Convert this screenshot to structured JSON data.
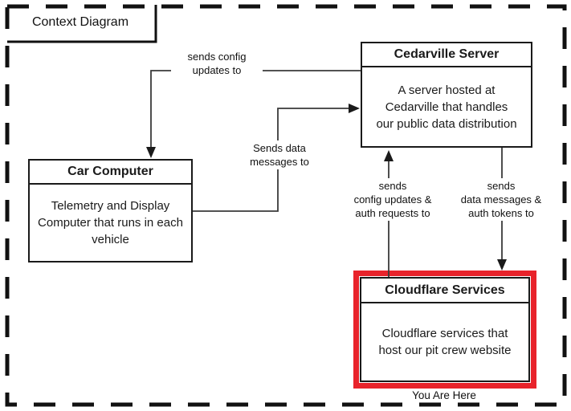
{
  "diagram": {
    "title": "Context Diagram",
    "boundary_style": "dashed",
    "highlight_color": "#e8232b",
    "line_color": "#3a3a3a",
    "nodes": {
      "car_computer": {
        "title": "Car Computer",
        "description": "Telemetry and Display Computer that runs in each vehicle"
      },
      "cedarville_server": {
        "title": "Cedarville Server",
        "description": "A server hosted at Cedarville that handles our public data distribution"
      },
      "cloudflare_services": {
        "title": "Cloudflare Services",
        "description": "Cloudflare services that host our pit crew website",
        "highlighted": true,
        "marker_label": "You Are Here"
      }
    },
    "edges": [
      {
        "from": "cedarville_server",
        "to": "car_computer",
        "label": "sends config updates to",
        "label_lines": [
          "sends config",
          "updates to"
        ]
      },
      {
        "from": "car_computer",
        "to": "cedarville_server",
        "label": "Sends data messages to",
        "label_lines": [
          "Sends data",
          "messages to"
        ]
      },
      {
        "from": "cloudflare_services",
        "to": "cedarville_server",
        "label": "sends config updates & auth requests to",
        "label_lines": [
          "sends",
          "config updates &",
          "auth requests to"
        ]
      },
      {
        "from": "cedarville_server",
        "to": "cloudflare_services",
        "label": "sends data messages & auth tokens to",
        "label_lines": [
          "sends",
          "data messages &",
          "auth tokens to"
        ]
      }
    ]
  }
}
